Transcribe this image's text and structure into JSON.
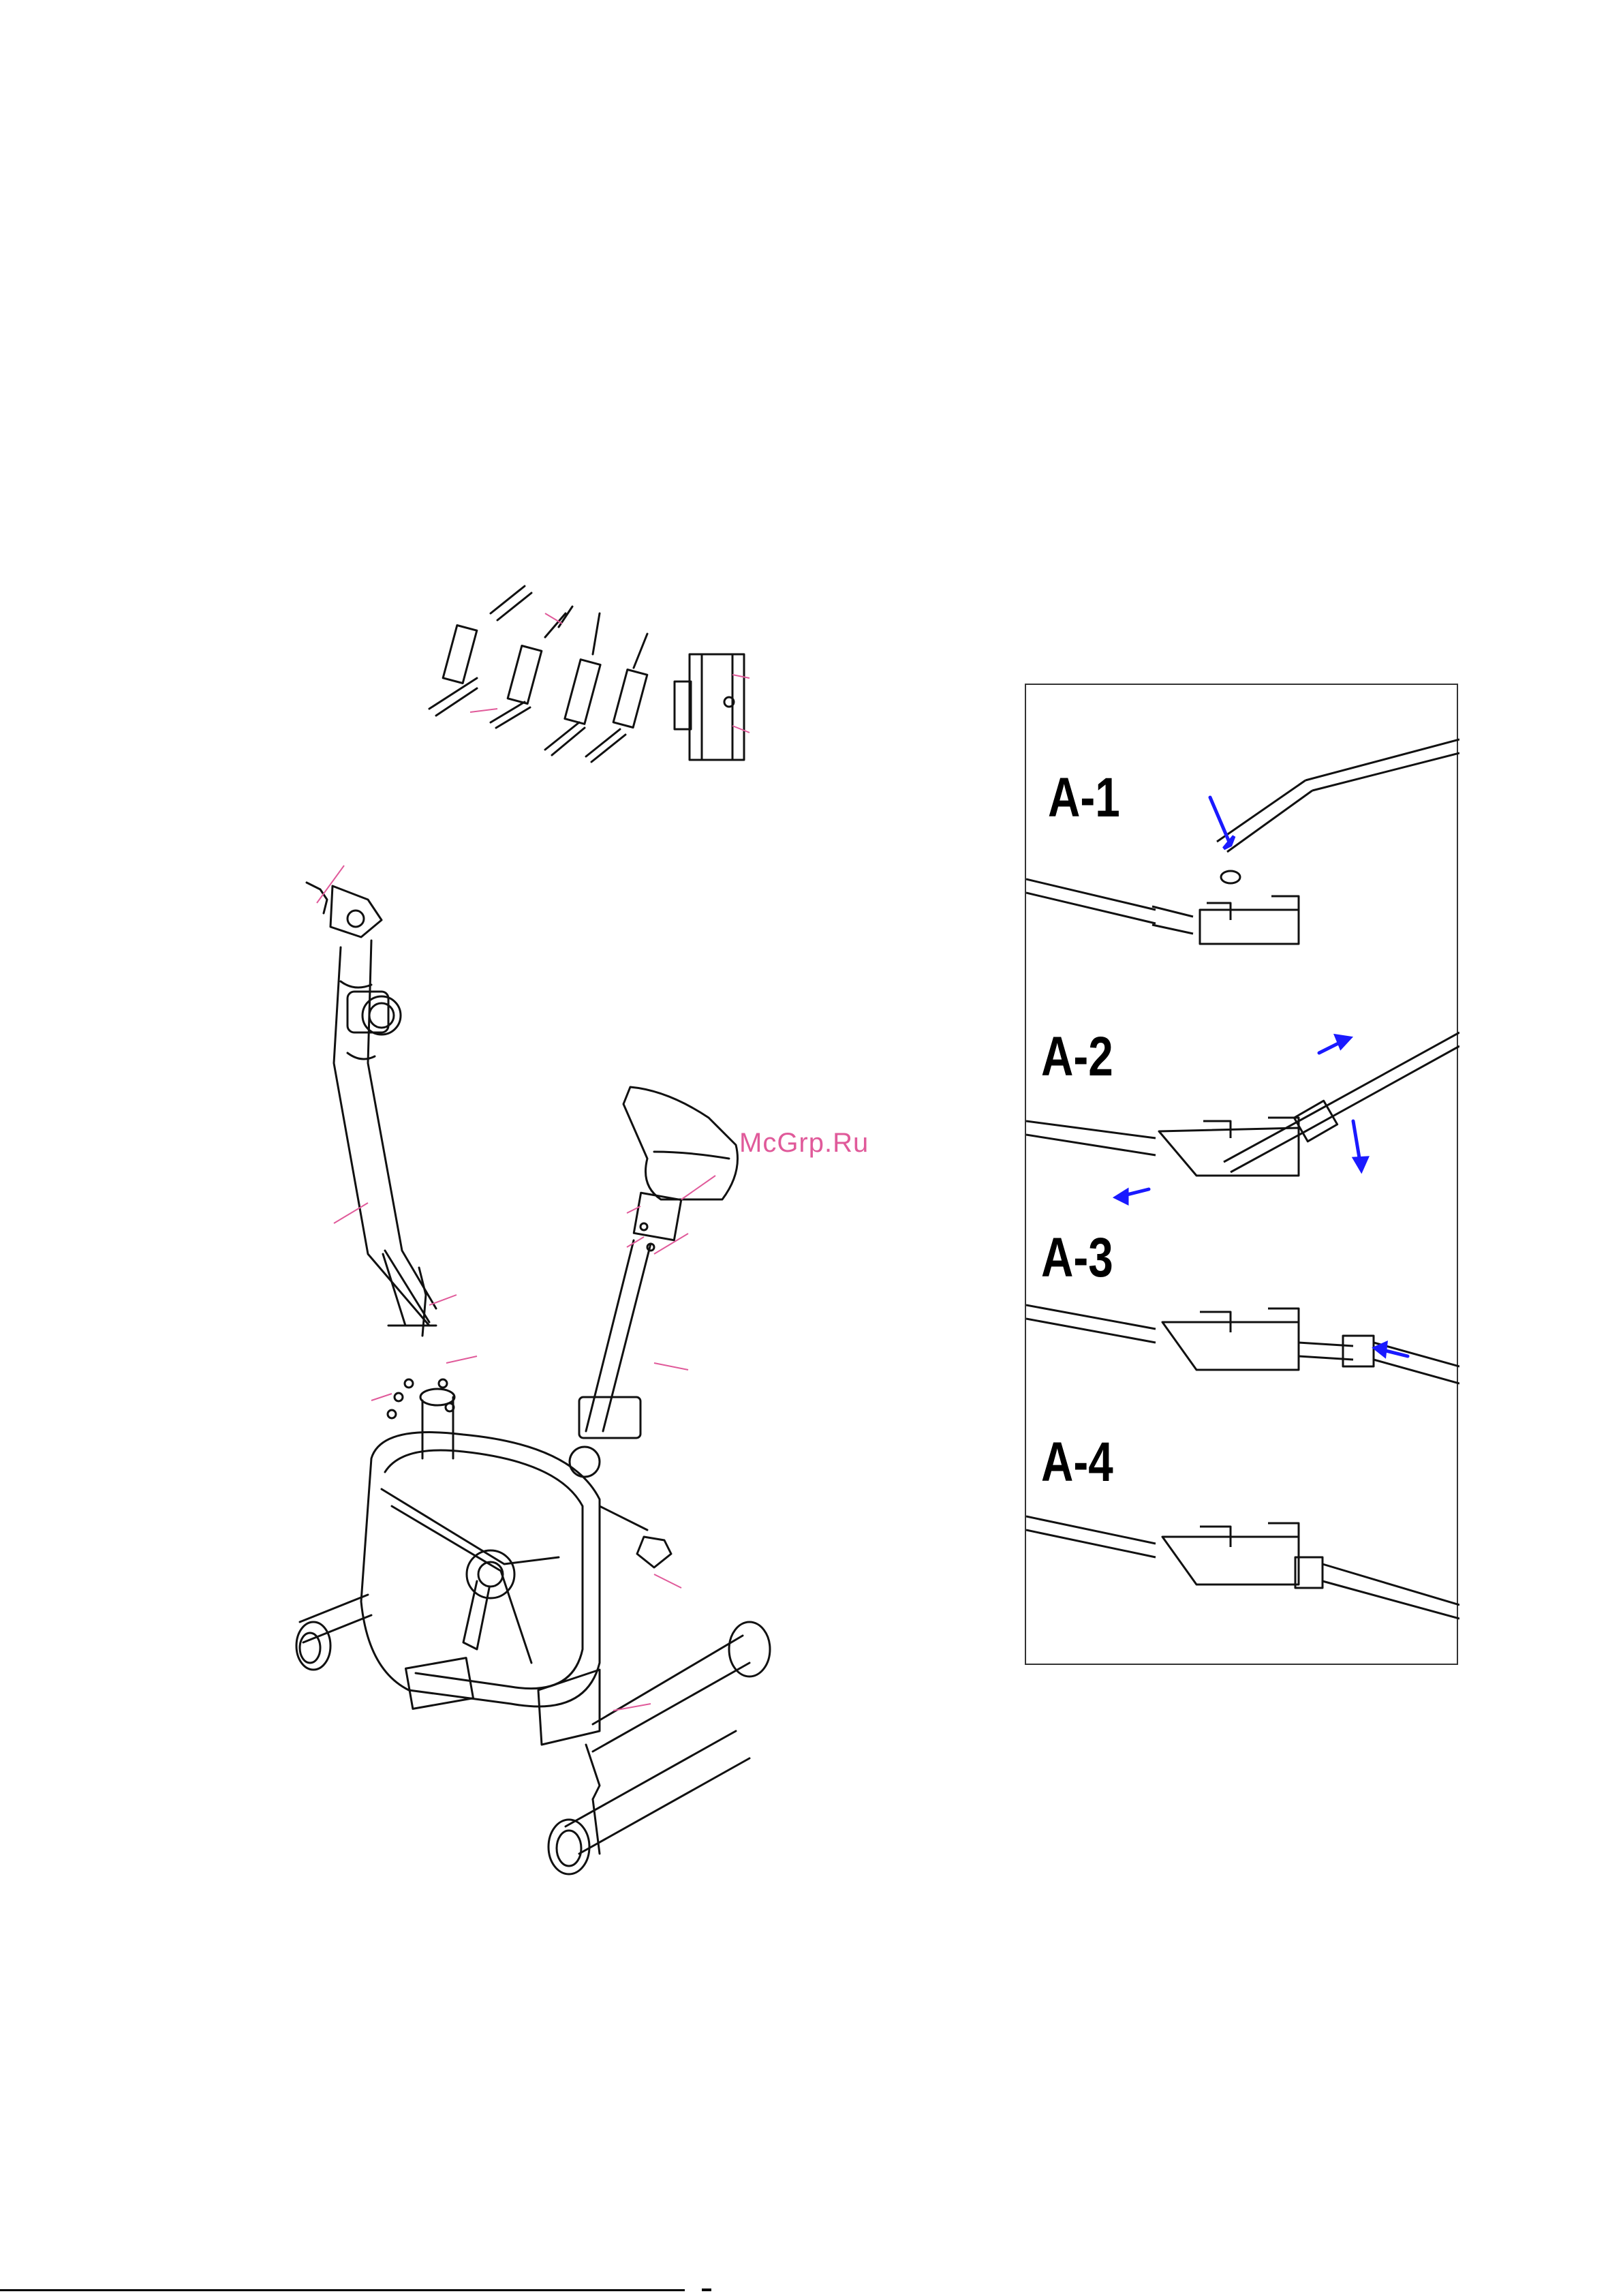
{
  "watermark": "McGrp.Ru",
  "steps": [
    {
      "label": "A-1"
    },
    {
      "label": "A-2"
    },
    {
      "label": "A-3"
    },
    {
      "label": "A-4"
    }
  ],
  "colors": {
    "line": "#111111",
    "callout": "#e05a9a",
    "arrow": "#1a1aff"
  }
}
